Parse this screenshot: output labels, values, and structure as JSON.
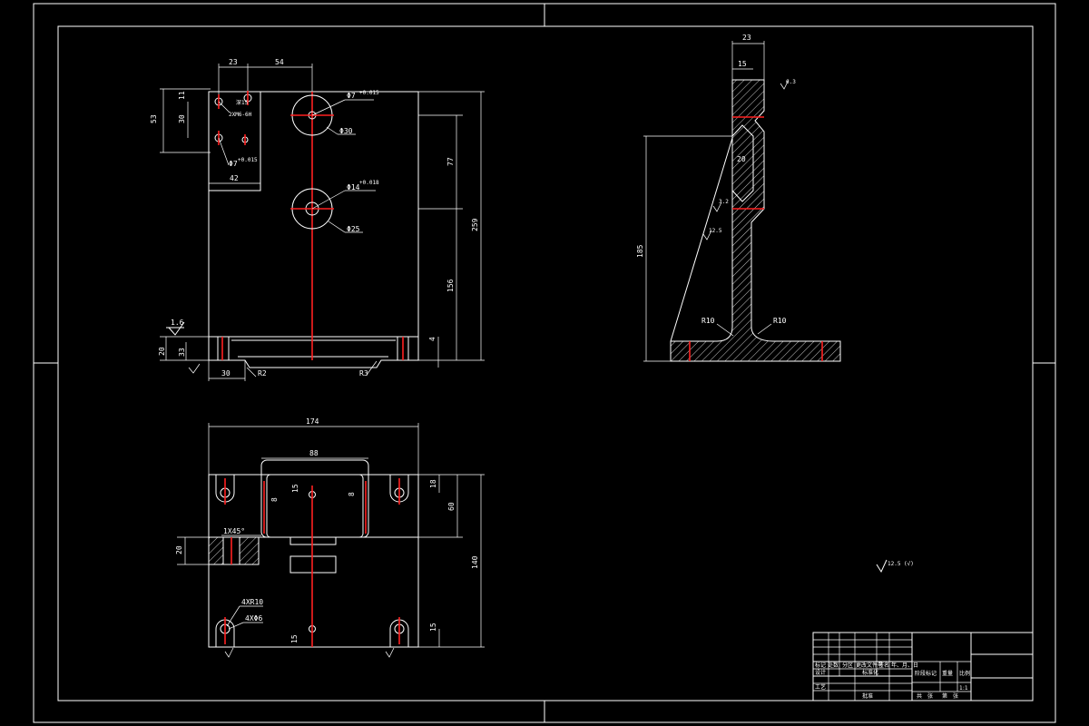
{
  "colors": {
    "background": "#000000",
    "line": "#ffffff",
    "centerline": "#ff2020"
  },
  "front_view": {
    "dims": {
      "d23": "23",
      "d54": "54",
      "d11": "11",
      "d53": "53",
      "d30": "30",
      "d42": "42",
      "d77": "77",
      "d259": "259",
      "d156": "156",
      "d4": "4",
      "d20": "20",
      "d33": "33",
      "d30b": "30",
      "surface": "1.6",
      "sr2": "R2",
      "sr3": "R3"
    },
    "callouts": {
      "phi7_top": "Φ7",
      "phi7_top_tol": "+0.015",
      "thread": "2XM6-6H",
      "depth": "深15",
      "phi30": "Φ30",
      "phi7_left": "Φ7",
      "phi7_left_tol": "+0.015",
      "phi14": "Φ14",
      "phi14_tol": "+0.018",
      "phi25": "Φ25"
    }
  },
  "side_view": {
    "dims": {
      "d23": "23",
      "d15": "15",
      "d185": "185",
      "d20": "20",
      "r10a": "R10",
      "r10b": "R10"
    },
    "roughness": {
      "r1": "6.3",
      "r2": "3.2",
      "r3": "12.5"
    }
  },
  "top_view": {
    "dims": {
      "d174": "174",
      "d88": "88",
      "d15": "15",
      "d8a": "8",
      "d8b": "8",
      "d18": "18",
      "d60": "60",
      "d20": "20",
      "d140": "140",
      "d15b": "15",
      "d15c": "15",
      "chamfer": "1X45°"
    },
    "callouts": {
      "slot": "4XR10",
      "hole": "4XΦ6"
    }
  },
  "general_roughness": "12.5 (√)",
  "title_block": {
    "row1": [
      "标记",
      "处数",
      "分区",
      "更改文件号",
      "签名",
      "年、月、日"
    ],
    "designer": "设计",
    "standardize": "标准化",
    "stage_headers": [
      "阶段标记",
      "重量",
      "比例"
    ],
    "scale": "1:1",
    "process": "工艺",
    "approve": "批准",
    "sheet": [
      "共",
      "张",
      "第",
      "张"
    ]
  }
}
